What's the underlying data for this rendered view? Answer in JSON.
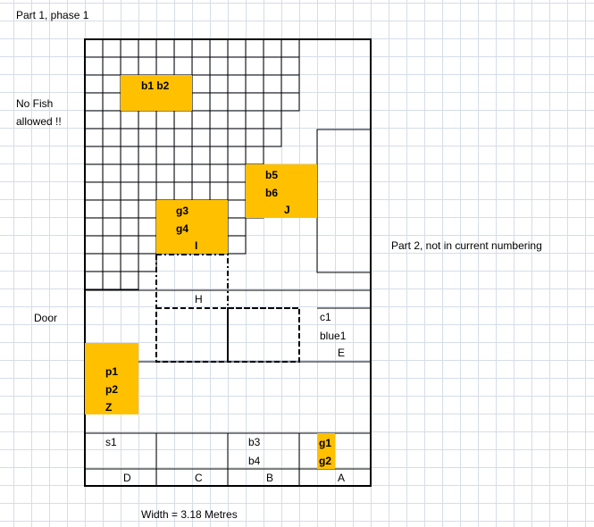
{
  "labels": {
    "part1": "Part 1, phase 1",
    "no_fish_1": "No Fish",
    "no_fish_2": "allowed !!",
    "door": "Door",
    "part2": "Part 2, not in current numbering",
    "width": "Width = 3.18 Metres"
  },
  "tanks": {
    "b1b2": "b1 b2",
    "b5": "b5",
    "b6": "b6",
    "J": "J",
    "g3": "g3",
    "g4": "g4",
    "I": "I",
    "H": "H",
    "c1": "c1",
    "blue1": "blue1",
    "E": "E",
    "p1": "p1",
    "p2": "p2",
    "Z": "Z",
    "s1": "s1",
    "b3": "b3",
    "b4": "b4",
    "g1": "g1",
    "g2": "g2",
    "D": "D",
    "C": "C",
    "B": "B",
    "A": "A"
  },
  "colors": {
    "highlight": "#ffc000",
    "grid": "#d6dde8"
  }
}
